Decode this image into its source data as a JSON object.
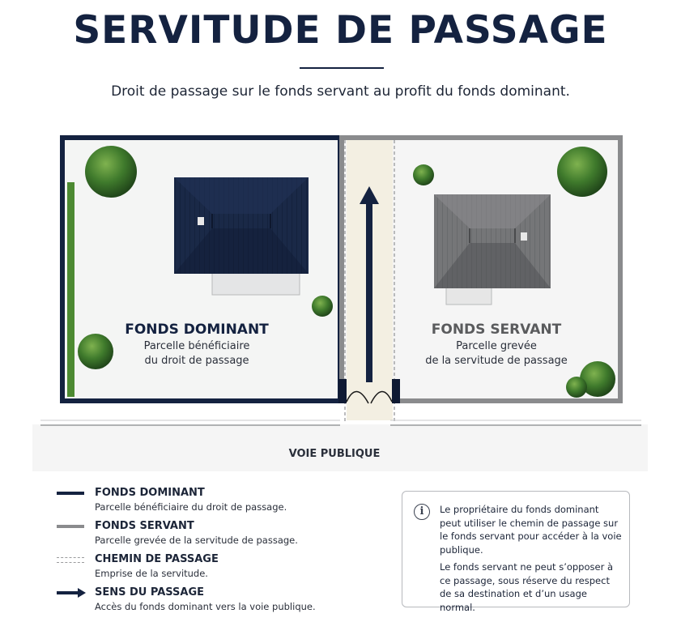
{
  "title": "SERVITUDE DE PASSAGE",
  "subtitle": "Droit de passage sur le fonds servant au profit du fonds dominant.",
  "dominant": {
    "heading": "FONDS DOMINANT",
    "line1": "Parcelle bénéficiaire",
    "line2": "du droit de passage"
  },
  "servant": {
    "heading": "FONDS SERVANT",
    "line1": "Parcelle grevée",
    "line2": "de la servitude de passage"
  },
  "road_label": "VOIE PUBLIQUE",
  "legend": [
    {
      "title": "FONDS DOMINANT",
      "desc": "Parcelle bénéficiaire du droit de passage.",
      "swatch": "solid-navy"
    },
    {
      "title": "FONDS SERVANT",
      "desc": "Parcelle grevée de la servitude de passage.",
      "swatch": "solid-gray"
    },
    {
      "title": "CHEMIN DE PASSAGE",
      "desc": "Emprise de la servitude.",
      "swatch": "dashed-gray"
    },
    {
      "title": "SENS DU PASSAGE",
      "desc": "Accès du fonds dominant vers la voie publique.",
      "swatch": "arrow-navy"
    }
  ],
  "info": {
    "icon": "info-icon",
    "p1": "Le propriétaire du fonds dominant peut utiliser le chemin de passage sur le fonds servant pour accéder à la voie publique.",
    "p2": "Le fonds servant ne peut s’opposer à ce passage, sous réserve du respect de sa destination et d’un usage normal."
  },
  "colors": {
    "navy": "#142240",
    "gray": "#8a8b8d",
    "roof_gray": "#6d6e70",
    "path": "#f3efe2",
    "tree": "#3f7a2c"
  }
}
